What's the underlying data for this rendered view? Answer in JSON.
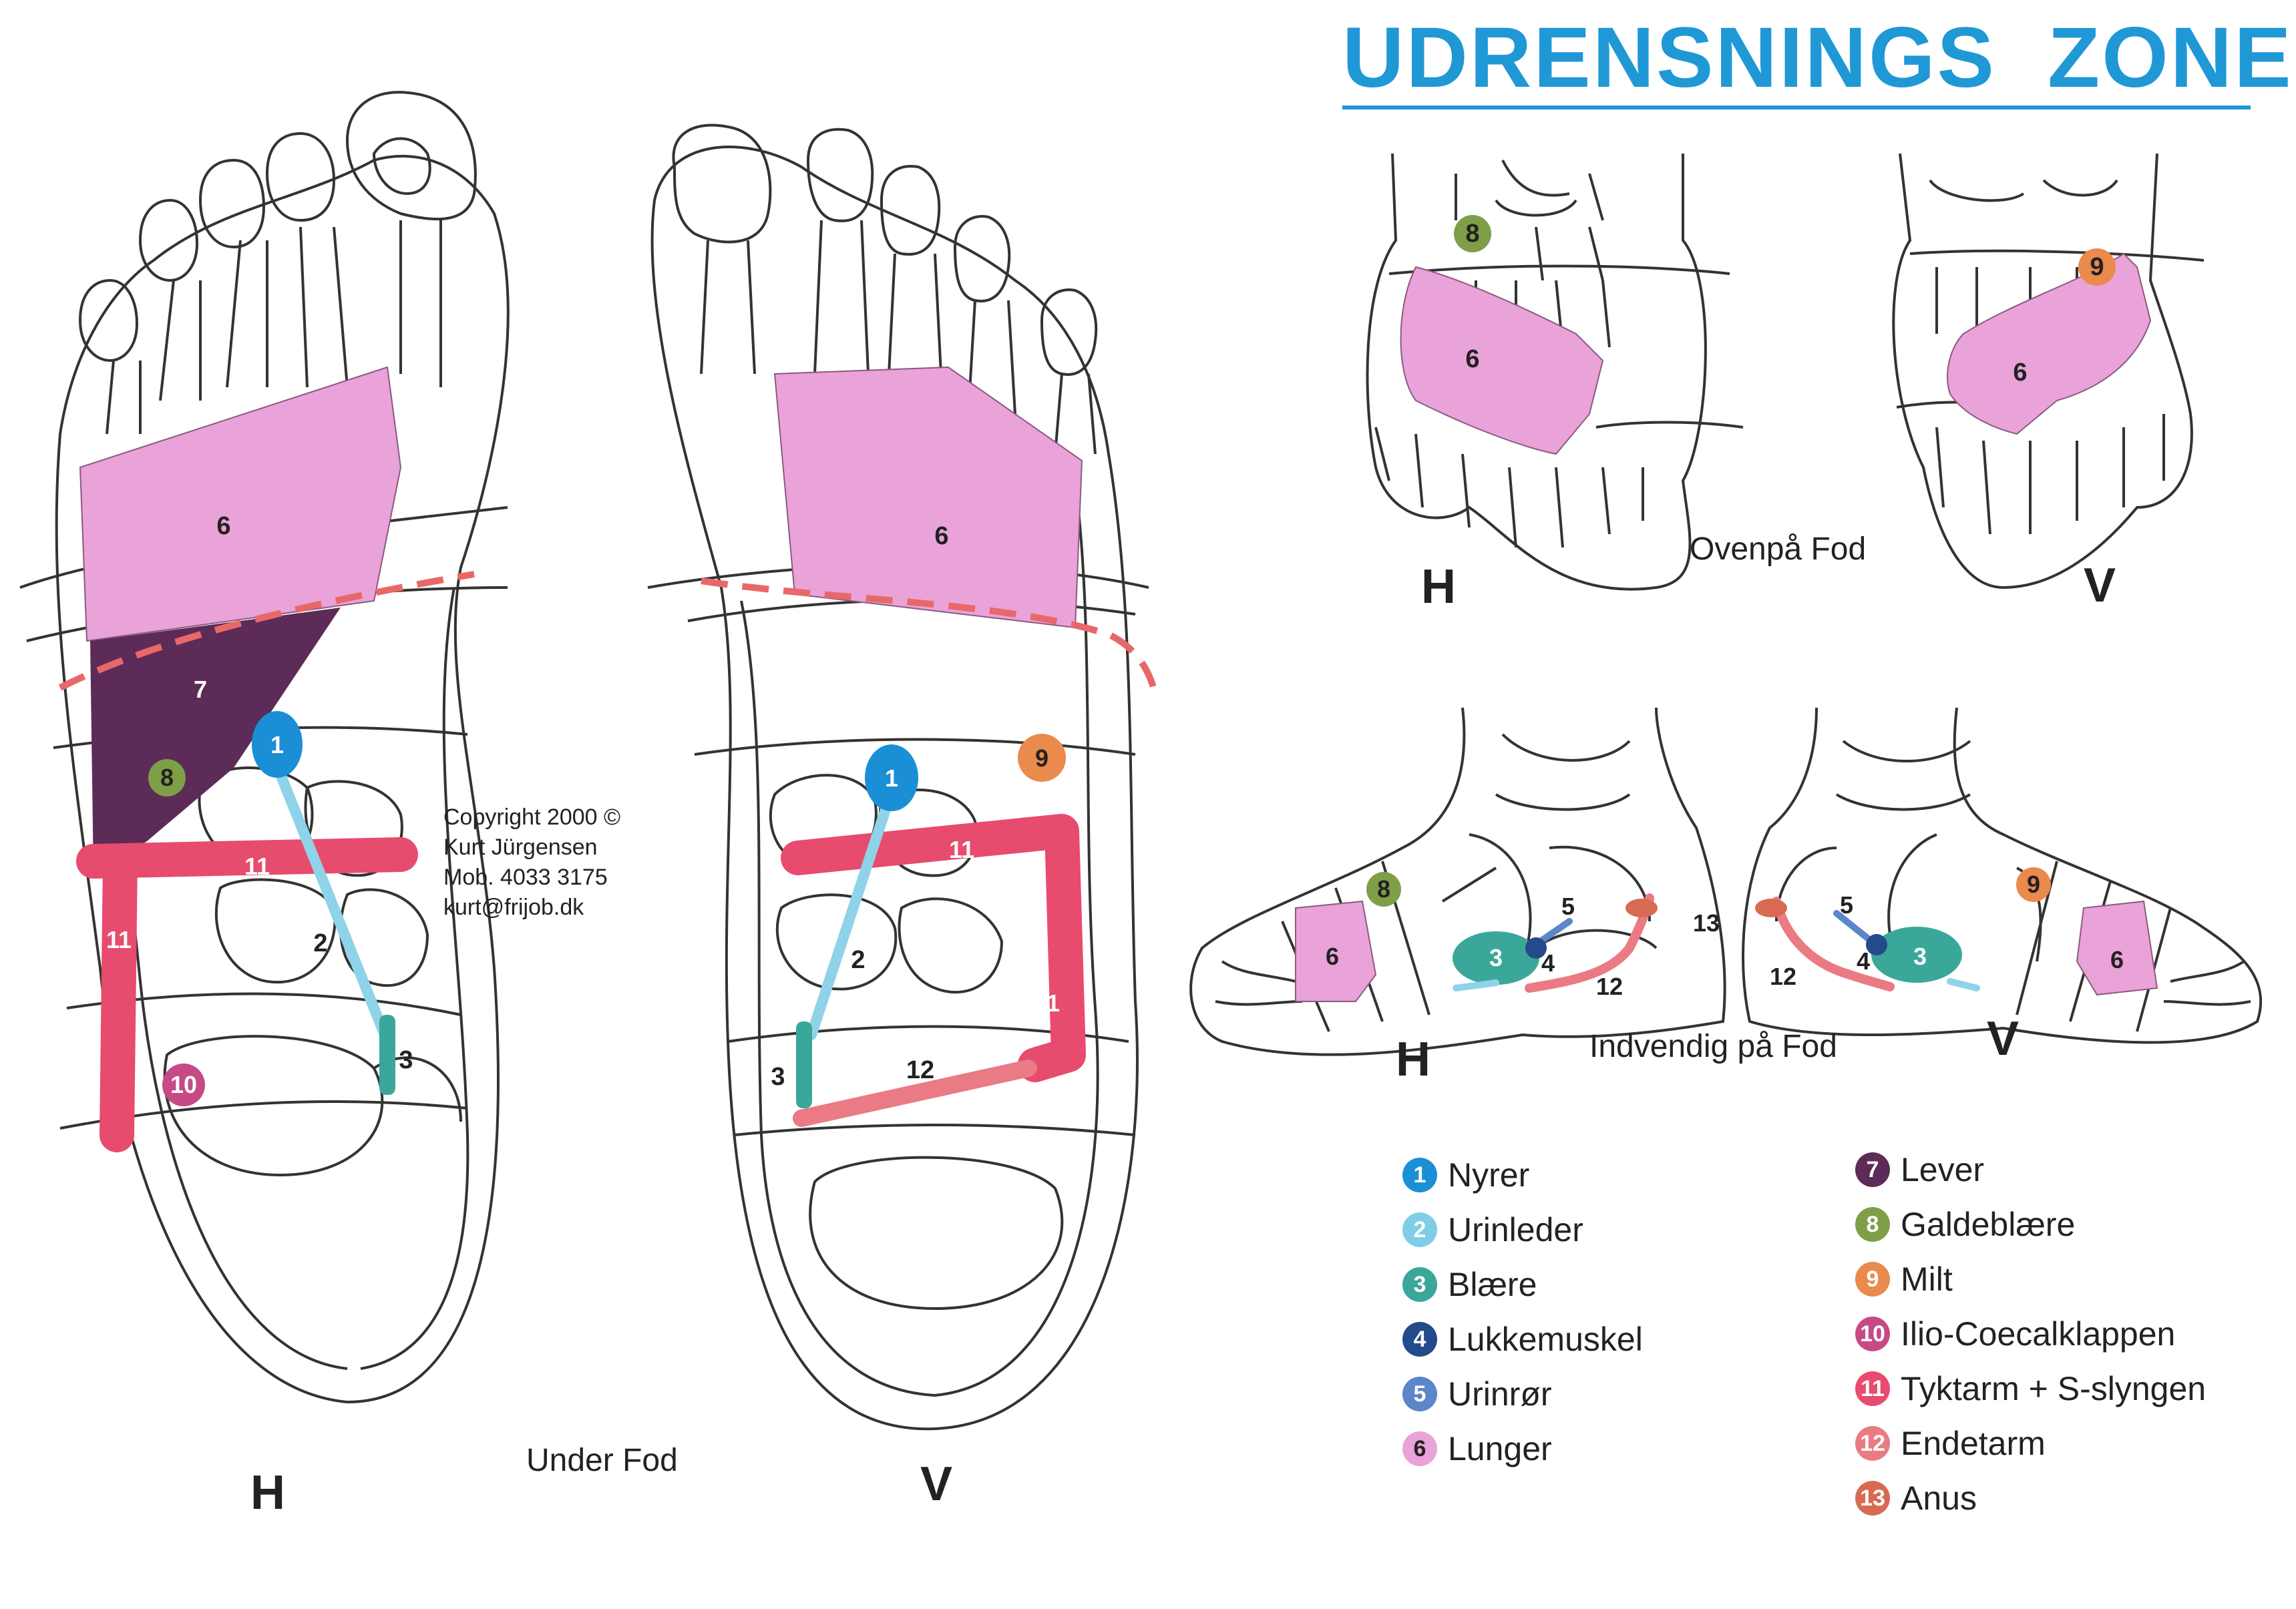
{
  "title": "UDRENSNINGS  ZONER",
  "labels": {
    "under_h": "H",
    "under_v": "V",
    "under_view": "Under Fod",
    "top_h": "H",
    "top_v": "V",
    "top_view": "Ovenpå Fod",
    "inner_h": "H",
    "inner_v": "V",
    "inner_view": "Indvendig på Fod"
  },
  "copyright": {
    "line1": "Copyright 2000 ©",
    "line2": "Kurt Jürgensen",
    "line3": "Mob. 4033 3175",
    "line4": "kurt@frijob.dk"
  },
  "zone_numbers": {
    "n1": "1",
    "n2": "2",
    "n3": "3",
    "n4": "4",
    "n5": "5",
    "n6": "6",
    "n7": "7",
    "n8": "8",
    "n9": "9",
    "n10": "10",
    "n11": "11",
    "n12": "12",
    "n13": "13"
  },
  "legend": [
    {
      "num": "1",
      "label": "Nyrer",
      "color": "#1a8fd6"
    },
    {
      "num": "2",
      "label": "Urinleder",
      "color": "#7fcde6"
    },
    {
      "num": "3",
      "label": "Blære",
      "color": "#3aa79a"
    },
    {
      "num": "4",
      "label": "Lukkemuskel",
      "color": "#234a8a"
    },
    {
      "num": "5",
      "label": "Urinrør",
      "color": "#5b86c9"
    },
    {
      "num": "6",
      "label": "Lunger",
      "color": "#e9a3d8"
    },
    {
      "num": "7",
      "label": "Lever",
      "color": "#5c2b57"
    },
    {
      "num": "8",
      "label": "Galdeblære",
      "color": "#7e9f48"
    },
    {
      "num": "9",
      "label": "Milt",
      "color": "#ea8a4c"
    },
    {
      "num": "10",
      "label": "Ilio-Coecalklappen",
      "color": "#c64a85"
    },
    {
      "num": "11",
      "label": "Tyktarm + S-slyngen",
      "color": "#e74b6d"
    },
    {
      "num": "12",
      "label": "Endetarm",
      "color": "#ea7a84"
    },
    {
      "num": "13",
      "label": "Anus",
      "color": "#d86a52"
    }
  ],
  "colors": {
    "outline": "#333333",
    "lung": "#e9a3d8",
    "liver": "#5c2b57",
    "colon": "#e74b6d",
    "ureter": "#8ed3e8",
    "kidney": "#1a8fd6",
    "bladder": "#3aa79a",
    "dash": "#e8686a",
    "title": "#1f98d5"
  }
}
